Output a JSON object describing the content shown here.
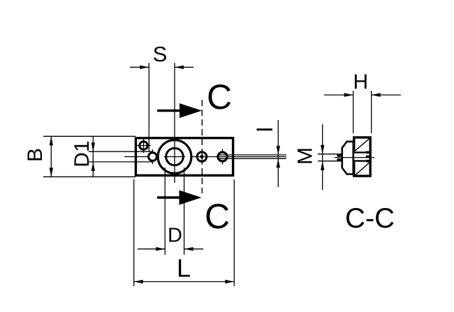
{
  "drawing": {
    "type": "technical-dimension-drawing",
    "labels": {
      "s": "S",
      "section_cut_top": "C",
      "section_cut_bottom": "C",
      "b": "B",
      "d1": "D1",
      "i": "I",
      "m": "M",
      "h": "H",
      "d": "D",
      "l": "L",
      "section_view": "C-C"
    },
    "colors": {
      "ink": "#000000",
      "background": "#ffffff"
    }
  }
}
